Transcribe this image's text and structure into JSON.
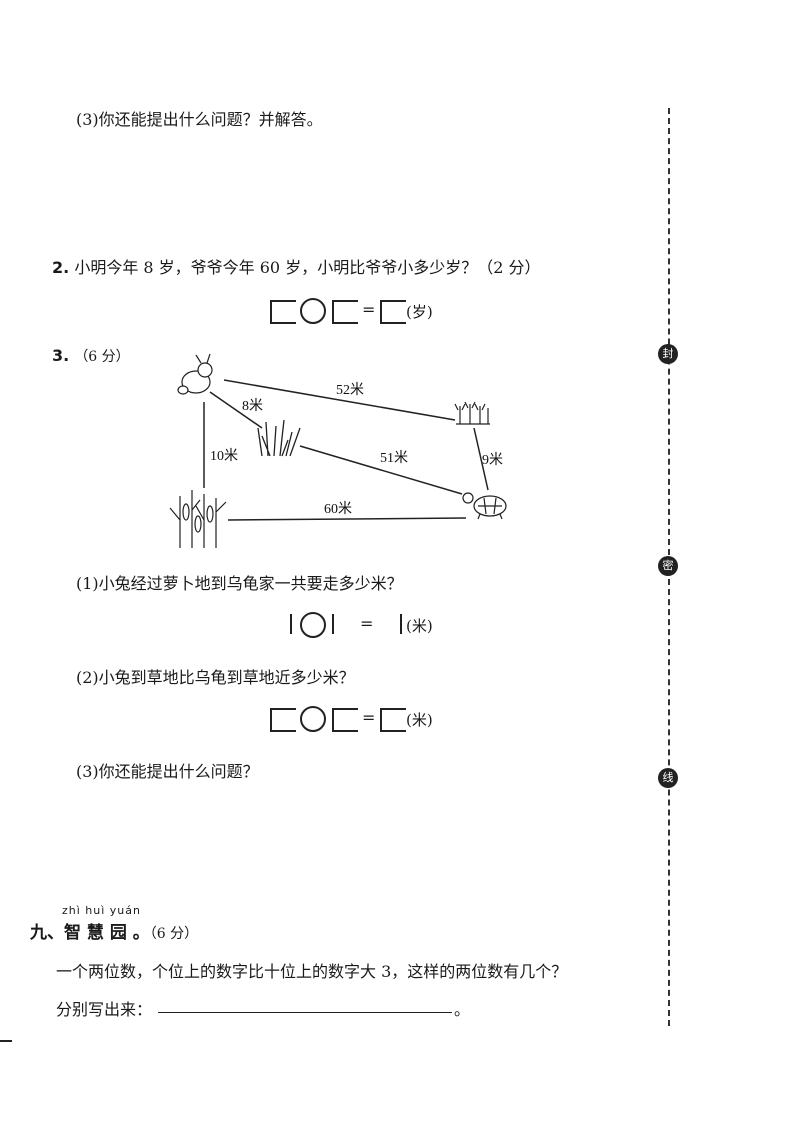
{
  "q1": {
    "sub3": "(3)你还能提出什么问题？并解答。"
  },
  "q2": {
    "number": "2.",
    "text": "小明今年 8 岁，爷爷今年 60 岁，小明比爷爷小多少岁？（2 分）",
    "equals": "=",
    "unit": "(岁)"
  },
  "q3": {
    "number": "3.",
    "score": "（6 分）",
    "diagram": {
      "d_rabbit_turtle": "52米",
      "d_rabbit_grass": "8米",
      "d_rabbit_corn": "10米",
      "d_grass_turtle": "51米",
      "d_radish_turtle": "9米",
      "d_corn_turtle": "60米"
    },
    "sub1": "(1)小兔经过萝卜地到乌龟家一共要走多少米？",
    "sub1_equals": "=",
    "sub1_unit": "(米)",
    "sub2": "(2)小兔到草地比乌龟到草地近多少米？",
    "sub2_equals": "=",
    "sub2_unit": "(米)",
    "sub3": "(3)你还能提出什么问题？"
  },
  "section9": {
    "pinyin": "zhì  huì  yuán",
    "title": "九、智 慧 园 。",
    "score": "（6 分）",
    "question": "一个两位数，个位上的数字比十位上的数字大 3，这样的两位数有几个？",
    "prompt": "分别写出来：",
    "end": "。"
  },
  "binding": {
    "badge1": "封",
    "badge2": "密",
    "badge3": "线"
  }
}
